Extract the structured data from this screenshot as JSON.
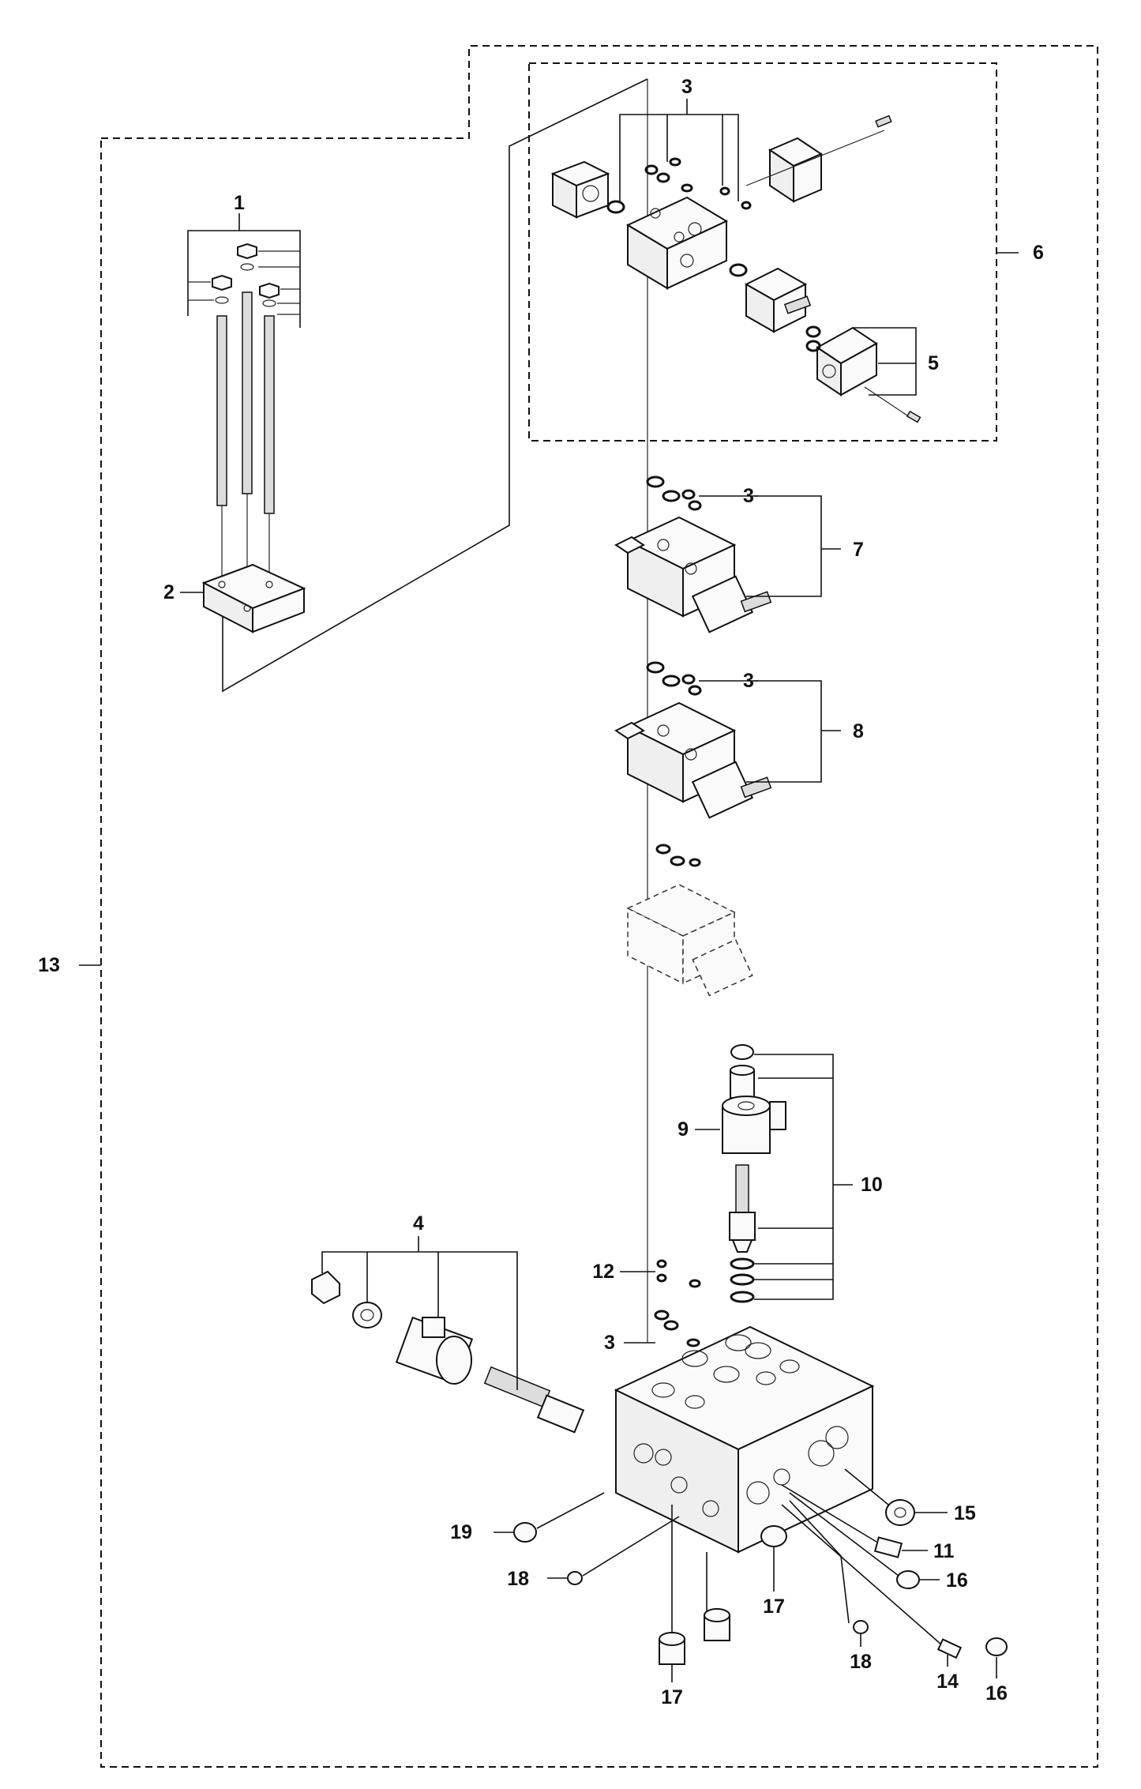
{
  "diagram": {
    "callouts": [
      {
        "id": "1",
        "label": "1"
      },
      {
        "id": "2",
        "label": "2"
      },
      {
        "id": "3a",
        "label": "3"
      },
      {
        "id": "3b",
        "label": "3"
      },
      {
        "id": "3c",
        "label": "3"
      },
      {
        "id": "3d",
        "label": "3"
      },
      {
        "id": "4",
        "label": "4"
      },
      {
        "id": "5",
        "label": "5"
      },
      {
        "id": "6",
        "label": "6"
      },
      {
        "id": "7",
        "label": "7"
      },
      {
        "id": "8",
        "label": "8"
      },
      {
        "id": "9",
        "label": "9"
      },
      {
        "id": "10",
        "label": "10"
      },
      {
        "id": "11",
        "label": "11"
      },
      {
        "id": "12",
        "label": "12"
      },
      {
        "id": "13",
        "label": "13"
      },
      {
        "id": "14",
        "label": "14"
      },
      {
        "id": "15",
        "label": "15"
      },
      {
        "id": "16a",
        "label": "16"
      },
      {
        "id": "16b",
        "label": "16"
      },
      {
        "id": "17a",
        "label": "17"
      },
      {
        "id": "17b",
        "label": "17"
      },
      {
        "id": "18a",
        "label": "18"
      },
      {
        "id": "18b",
        "label": "18"
      },
      {
        "id": "19",
        "label": "19"
      }
    ]
  }
}
